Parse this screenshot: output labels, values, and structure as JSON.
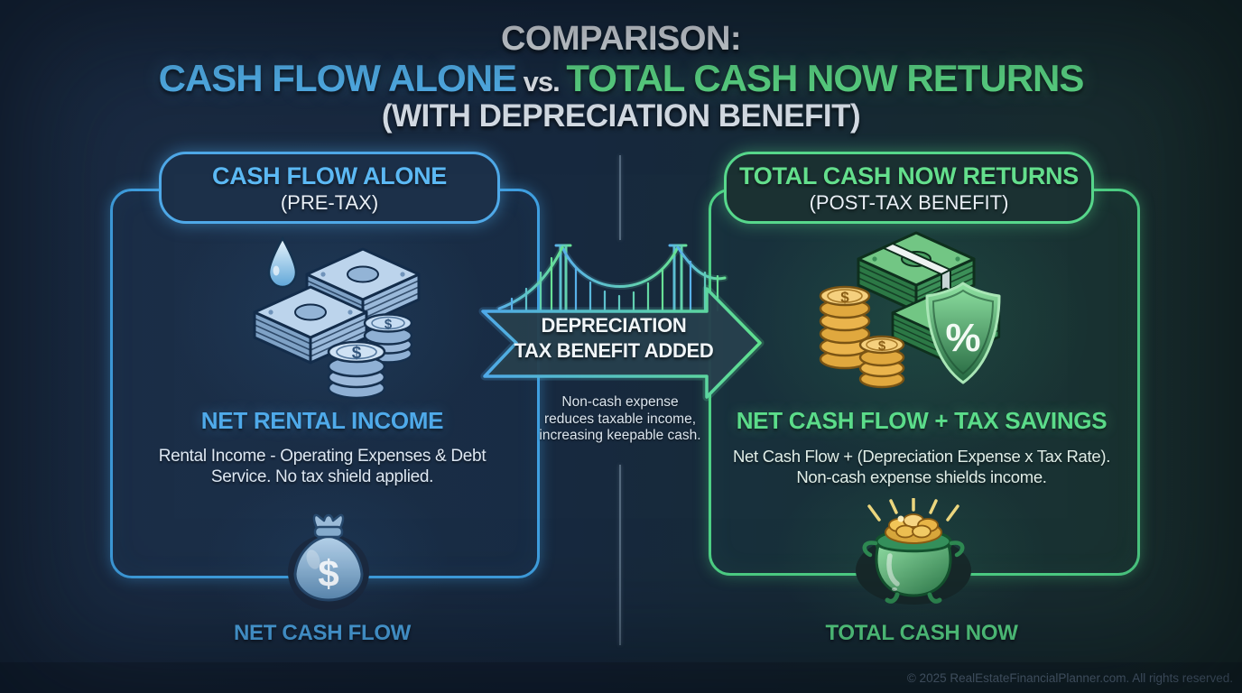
{
  "title": {
    "line1": "COMPARISON:",
    "line2_left": "CASH FLOW ALONE",
    "line2_sep": " vs. ",
    "line2_right": "TOTAL CASH NOW RETURNS",
    "line3": "(WITH DEPRECIATION BENEFIT)"
  },
  "left_panel": {
    "header": "CASH FLOW ALONE",
    "subheader": "(PRE-TAX)",
    "section_title": "NET RENTAL INCOME",
    "description_lines": [
      "Rental Income - Operating Expenses & Debt",
      "Service. No tax shield applied."
    ],
    "footer_label": "NET CASH FLOW",
    "accent_color": "#55b6f2",
    "border_color": "#3f9fe0"
  },
  "center": {
    "arrow_lines": [
      "DEPRECIATION",
      "TAX BENEFIT ADDED"
    ],
    "note_lines": [
      "Non-cash expense",
      "reduces taxable income,",
      "increasing keepable cash."
    ]
  },
  "right_panel": {
    "header": "TOTAL CASH NOW RETURNS",
    "subheader": "(POST-TAX BENEFIT)",
    "section_title": "NET CASH FLOW + TAX SAVINGS",
    "description_lines": [
      "Net Cash Flow + (Depreciation Expense x Tax Rate).",
      "Non-cash expense shields income."
    ],
    "footer_label": "TOTAL CASH NOW",
    "accent_color": "#5edc88",
    "border_color": "#4ed186"
  },
  "footer": {
    "copyright": "© 2025 RealEstateFinancialPlanner.com. All rights reserved."
  },
  "icons": {
    "left_main": "cash-stacks-water-drop-coins-icon",
    "right_main": "green-cash-gold-coins-percent-shield-icon",
    "left_footer": "money-bag-icon",
    "right_footer": "pot-of-gold-icon",
    "center_bridge": "suspension-bridge-icon",
    "center_arrow": "right-arrow-shape",
    "dollar_glyph": "$",
    "percent_glyph": "%"
  },
  "colors": {
    "background": "#17293f",
    "white_text": "#e9eef4",
    "muted_text": "#5d7186"
  }
}
